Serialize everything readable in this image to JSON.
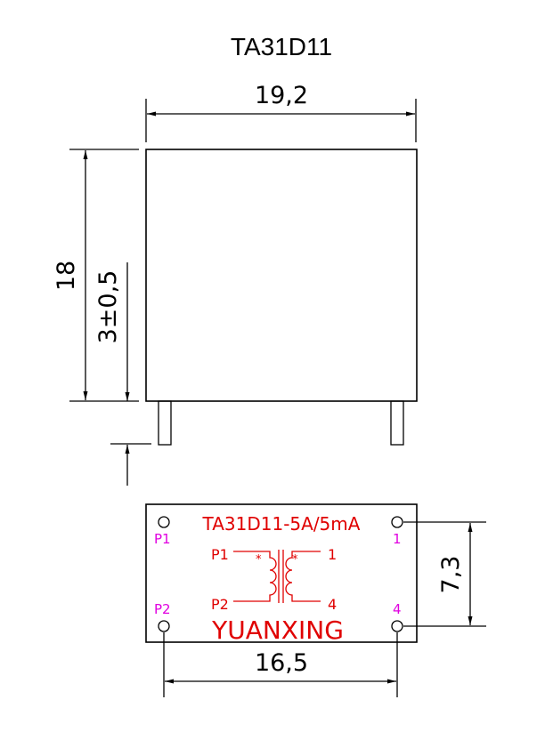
{
  "title": "TA31D11",
  "dimensions": {
    "width_top": "19,2",
    "height": "18",
    "pin_length": "3±0,5",
    "pin_spacing": "16,5",
    "pin_pitch_vertical": "7,3"
  },
  "label": {
    "model": "TA31D11-5A/5mA",
    "brand": "YUANXING"
  },
  "pins": {
    "p1": "P1",
    "p2": "P2",
    "s1": "1",
    "s4": "4"
  },
  "schematic": {
    "p1": "P1",
    "p2": "P2",
    "s1": "1",
    "s4": "4",
    "dot": "*"
  },
  "colors": {
    "label": "#e00000",
    "pin_label": "#e000e0"
  }
}
